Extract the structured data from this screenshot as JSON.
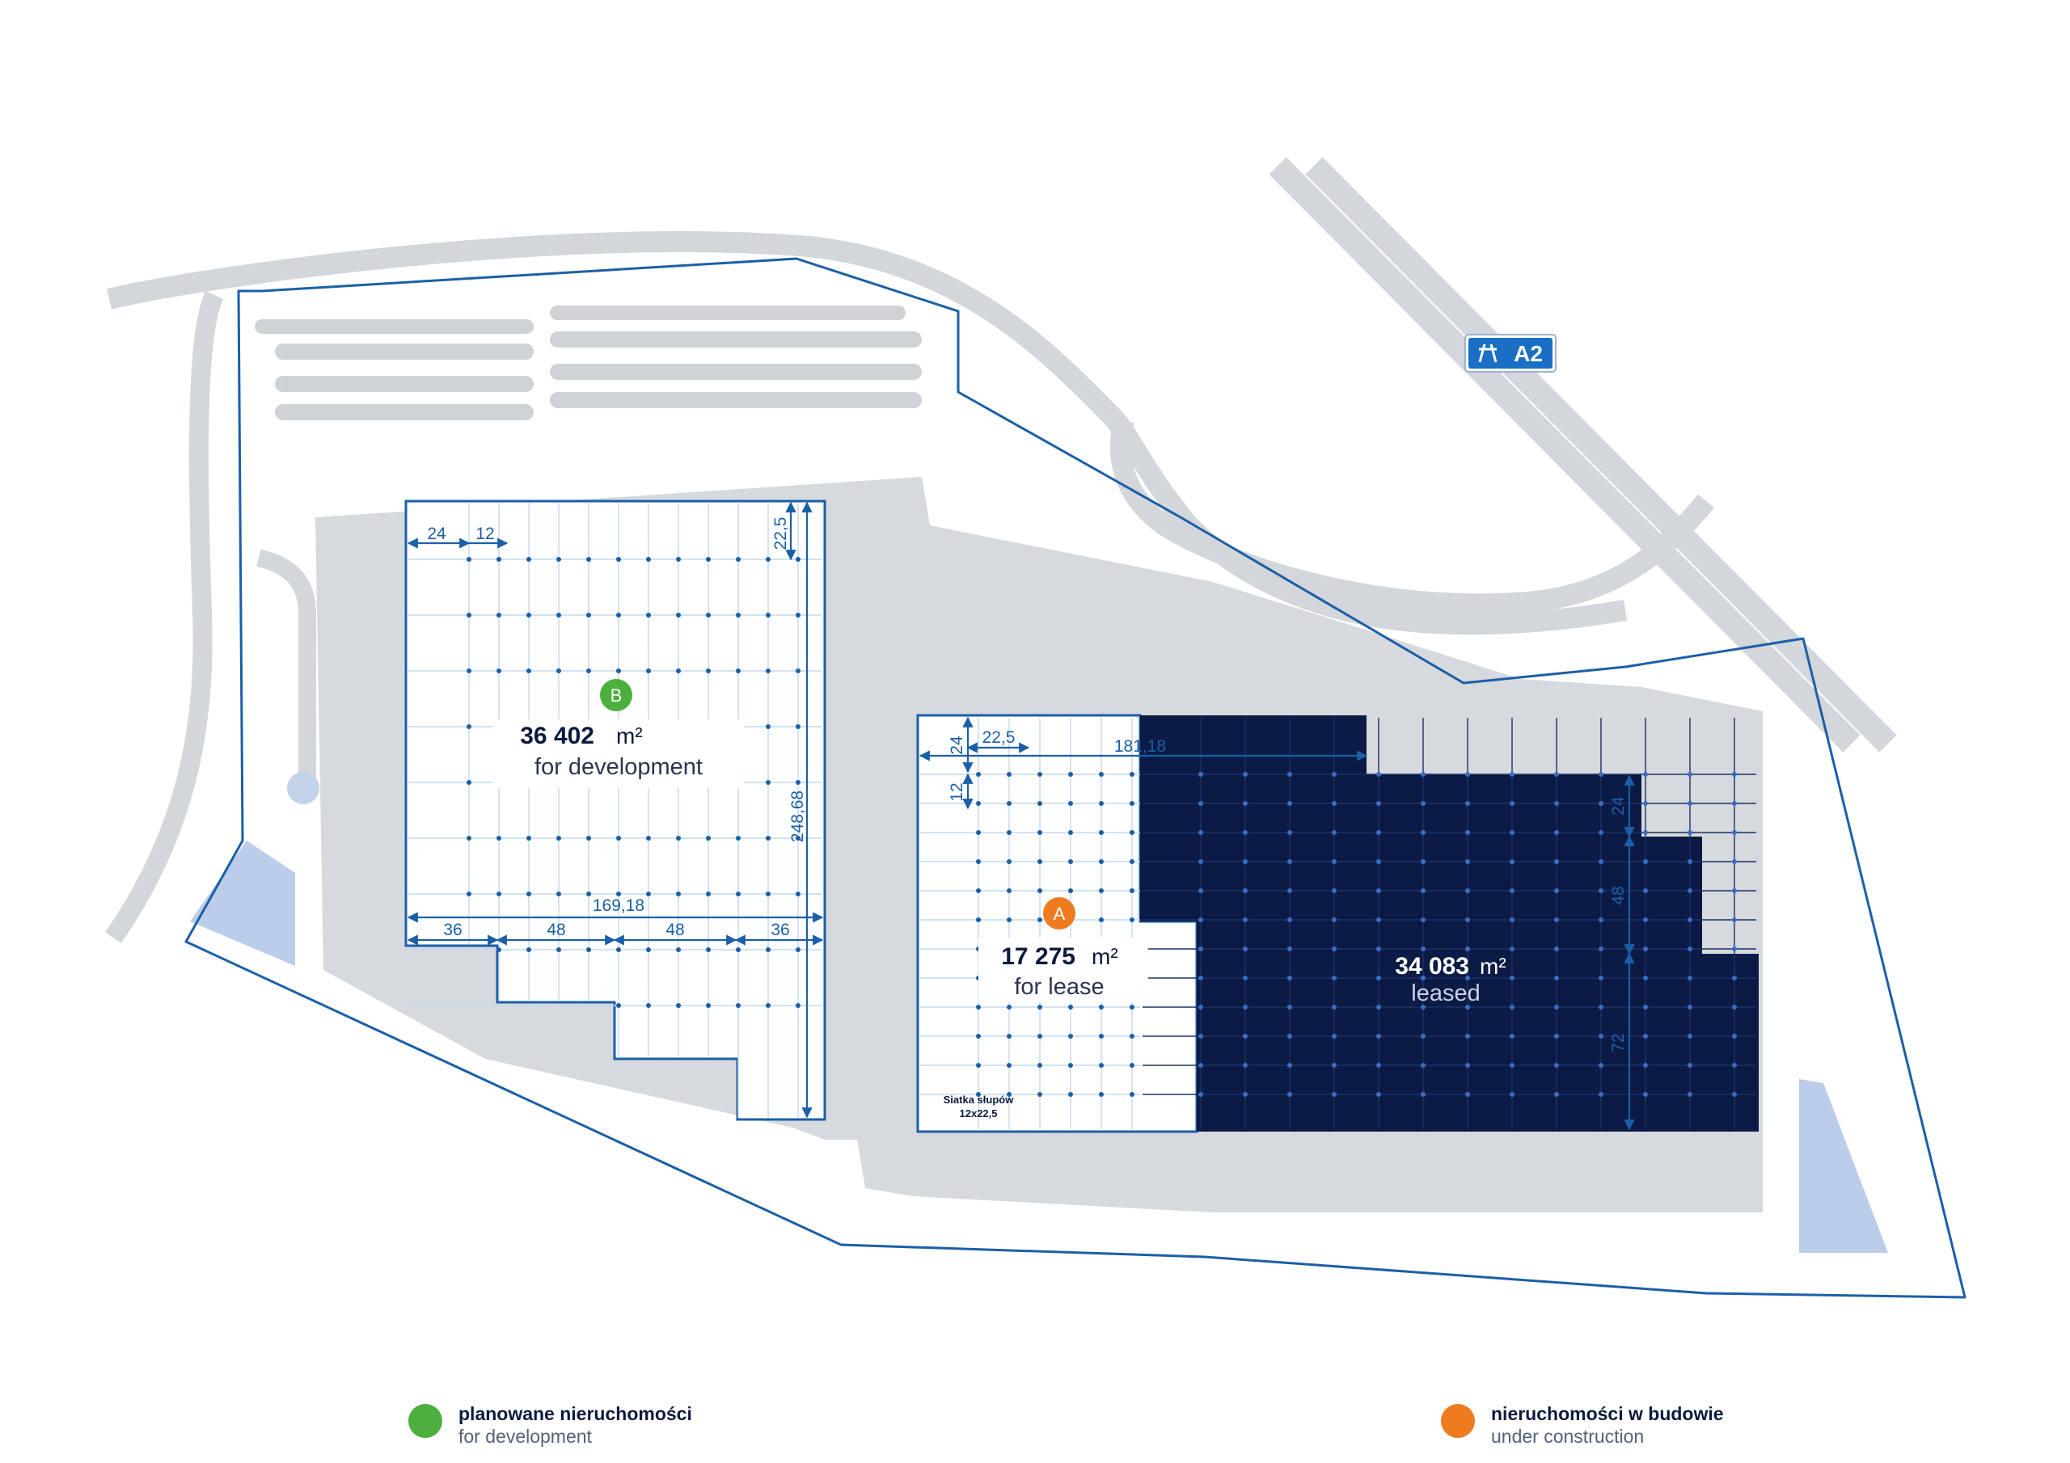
{
  "highway": {
    "label": "A2",
    "sign_color": "#1a6fc4"
  },
  "building_b": {
    "marker": "B",
    "marker_color": "#4caf3e",
    "area_value": "36 402",
    "area_unit": "m²",
    "status": "for development",
    "dims": {
      "top_bay": "24",
      "top_span": "12",
      "right_top": "22,5",
      "height": "248,68",
      "width": "169,18",
      "bottom": [
        "36",
        "48",
        "48",
        "36"
      ]
    }
  },
  "building_a": {
    "marker": "A",
    "marker_color": "#ef7b21",
    "area_value": "17 275",
    "area_unit": "m²",
    "status": "for lease",
    "grid_note_line1": "Siatka słupów",
    "grid_note_line2": "12x22,5",
    "dims": {
      "left_top": "24",
      "left_span": "12",
      "top_bay": "22,5",
      "width": "181,18",
      "right": [
        "24",
        "48",
        "72"
      ]
    }
  },
  "building_leased": {
    "area_value": "34 083",
    "area_unit": "m²",
    "status": "leased",
    "fill_color": "#0c1b45"
  },
  "legend": [
    {
      "title": "planowane nieruchomości",
      "subtitle": "for development",
      "color": "#4caf3e",
      "icon": "green-dot-icon"
    },
    {
      "title": "nieruchomości w budowie",
      "subtitle": "under construction",
      "color": "#ef7b21",
      "icon": "orange-dot-icon"
    }
  ]
}
